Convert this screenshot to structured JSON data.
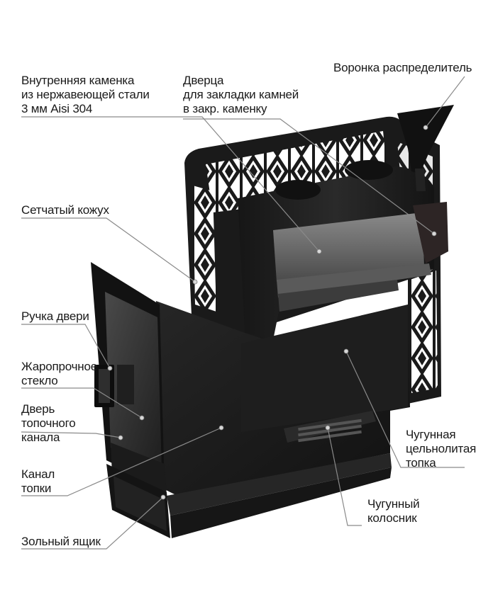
{
  "labels": {
    "inner_heater": [
      "Внутренняя каменка",
      "из нержавеющей стали",
      "3 мм Aisi 304"
    ],
    "stone_door": [
      "Дверца",
      "для закладки камней",
      "в закр. каменку"
    ],
    "funnel": [
      "Воронка распределитель"
    ],
    "mesh_casing": [
      "Сетчатый кожух"
    ],
    "door_handle": [
      "Ручка двери"
    ],
    "heat_glass": [
      "Жаропрочное",
      "стекло"
    ],
    "firebox_door": [
      "Дверь",
      "топочного",
      "канала"
    ],
    "firebox_channel": [
      "Канал",
      "топки"
    ],
    "ash_box": [
      "Зольный ящик"
    ],
    "cast_firebox": [
      "Чугунная",
      "цельнолитая",
      "топка"
    ],
    "grate": [
      "Чугунный",
      "колосник"
    ]
  },
  "colors": {
    "body_dark": "#1c1c1c",
    "body_mid": "#2e2e2e",
    "steel": "#6b6b6b",
    "glass": "#3a3a3a",
    "leader": "#8a8a8a"
  }
}
